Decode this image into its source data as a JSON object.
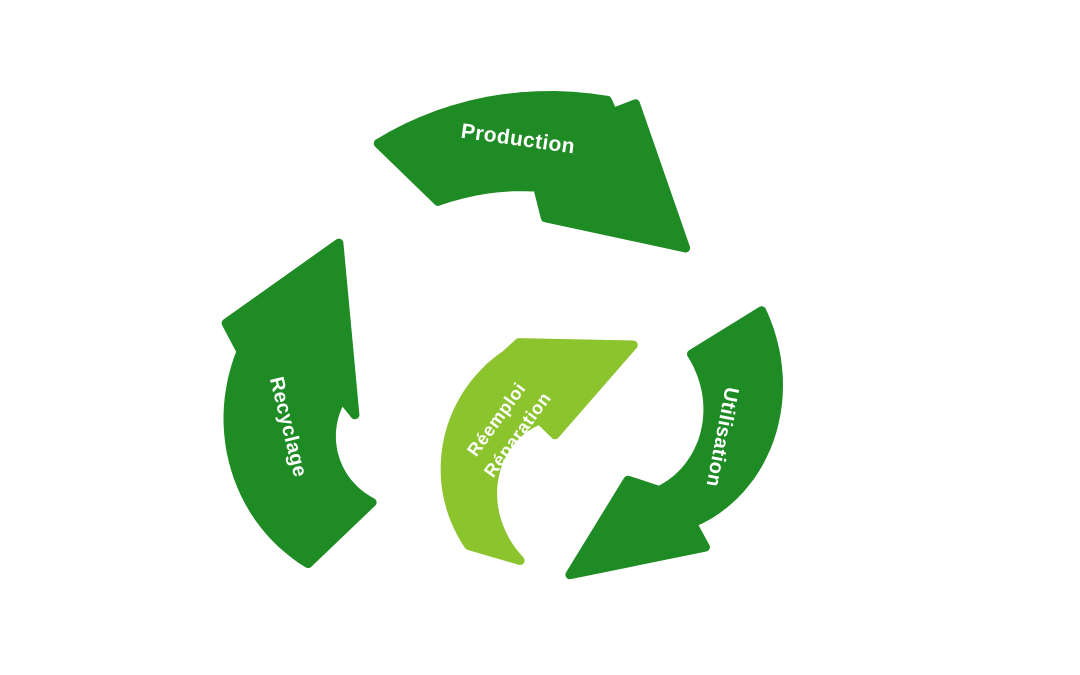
{
  "colors": {
    "dark_green": "#1e8b24",
    "light_green": "#8cc42e",
    "label_text": "#ffffff",
    "background": "#ffffff"
  },
  "arrows": {
    "production": {
      "label": "Production"
    },
    "utilisation": {
      "label": "Utilisation"
    },
    "recyclage": {
      "label": "Recyclage"
    },
    "reemploi_reparation": {
      "label_line1": "Réemploi",
      "label_line2": "Réparation"
    }
  }
}
